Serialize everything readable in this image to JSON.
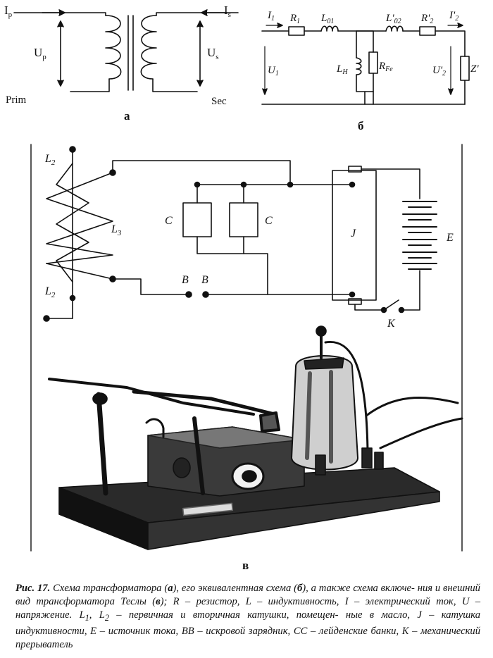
{
  "diagram_a": {
    "primary_current": "I",
    "primary_current_sub": "p",
    "primary_voltage": "U",
    "primary_voltage_sub": "p",
    "secondary_current": "I",
    "secondary_current_sub": "s",
    "secondary_voltage": "U",
    "secondary_voltage_sub": "s",
    "primary_label": "Prim",
    "secondary_label": "Sec",
    "panel_letter": "а"
  },
  "diagram_b": {
    "i1": "I",
    "i1_sub": "1",
    "r1": "R",
    "r1_sub": "1",
    "l01": "L",
    "l01_sub": "01",
    "l02": "L'",
    "l02_sub": "02",
    "r2": "R'",
    "r2_sub": "2",
    "i2": "I'",
    "i2_sub": "2",
    "u1": "U",
    "u1_sub": "1",
    "lh": "L",
    "lh_sub": "H",
    "rfe": "R",
    "rfe_sub": "Fe",
    "u2": "U'",
    "u2_sub": "2",
    "z": "Z'",
    "panel_letter": "б"
  },
  "diagram_c": {
    "l2_top": "L",
    "l2_top_sub": "2",
    "l3": "L",
    "l3_sub": "3",
    "l2_bottom": "L",
    "l2_bottom_sub": "2",
    "cap1": "C",
    "cap2": "C",
    "coil": "J",
    "battery": "E",
    "gap1": "B",
    "gap2": "B",
    "switch": "K",
    "panel_letter": "в"
  },
  "caption": {
    "prefix": "Рис. 17.",
    "line1_main": " Схема трансформатора (",
    "a": "а",
    "t1": "), его эквивалентная схема (",
    "b": "б",
    "t2": "), а также схема включе-",
    "t3": "ния и внешний вид трансформатора Теслы (",
    "v": "в",
    "t4": "); R – резистор, L – индуктивность, I –",
    "t5": "электрический ток, U – напряжение. L",
    "l1sub": "1",
    "t6": ", L",
    "l2sub": "2",
    "t7": " – первичная и вторичная катушки, помещен-",
    "t8": "ные в масло, J – катушка индуктивности, E – источник тока, BB – искровой зарядник,",
    "t9": "CC – лейденские банки, K – механический прерыватель"
  }
}
